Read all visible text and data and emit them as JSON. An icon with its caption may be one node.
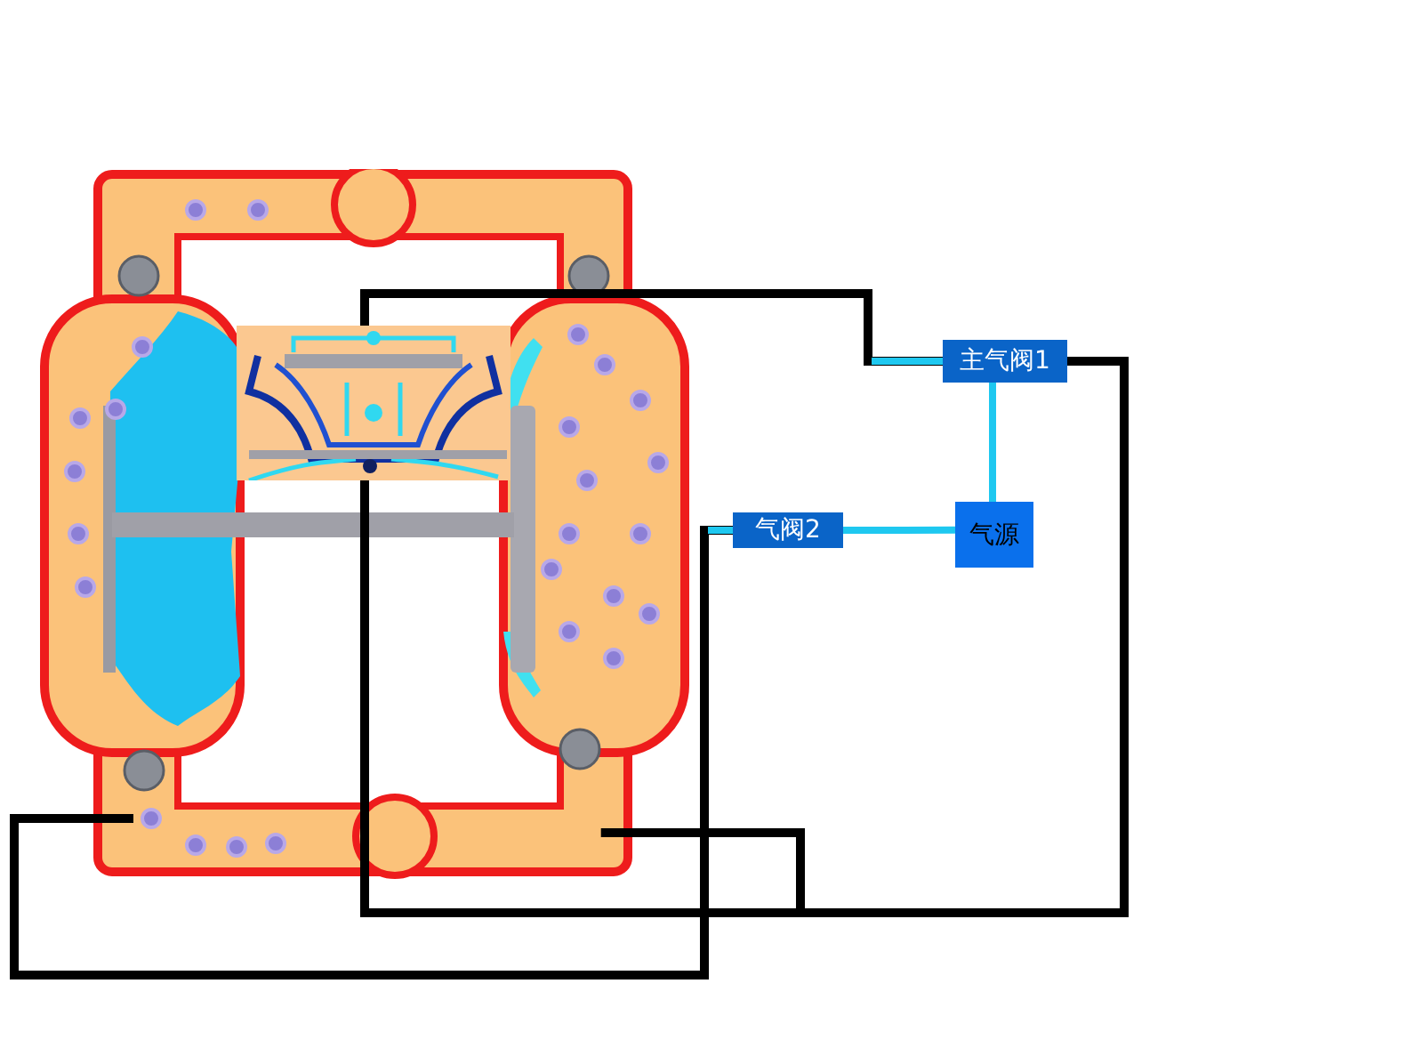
{
  "diagram": {
    "nodes": [
      {
        "text": [],
        "shape": "picture"
      },
      {
        "text": [],
        "shape": "box",
        "in": 0
      },
      {
        "text": [
          "主气阀1"
        ]
      },
      {
        "text": [
          "气阀2"
        ]
      },
      {
        "text": [
          "气源"
        ]
      }
    ],
    "edges": [
      {
        "from": 4,
        "to": 2,
        "arrow": "none",
        "color": "#1ec8f0"
      },
      {
        "from": 4,
        "to": 3,
        "arrow": "none",
        "color": "#1ec8f0"
      },
      {
        "from": 2,
        "to": 1,
        "arrow": "none"
      },
      {
        "from": 2,
        "to": 1,
        "arrow": "none"
      },
      {
        "from": 2,
        "to": 0,
        "arrow": "none"
      },
      {
        "from": 3,
        "to": 0,
        "arrow": "none"
      }
    ]
  }
}
